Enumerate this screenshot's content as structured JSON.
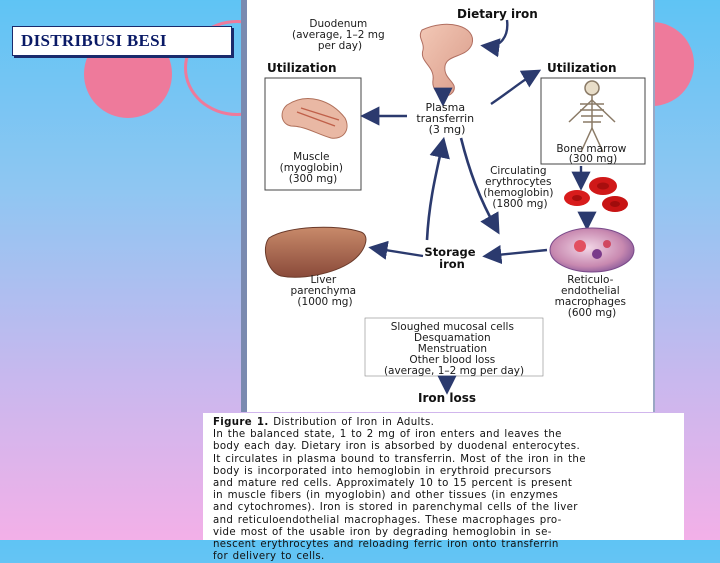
{
  "slide": {
    "title": "DISTRIBUSI BESI"
  },
  "figure": {
    "dietary_iron": "Dietary iron",
    "duodenum": [
      "Duodenum",
      "(average, 1–2 mg",
      "per day)"
    ],
    "utilization_left": "Utilization",
    "utilization_right": "Utilization",
    "plasma": [
      "Plasma",
      "transferrin",
      "(3 mg)"
    ],
    "muscle": [
      "Muscle",
      "(myoglobin)",
      "(300 mg)"
    ],
    "bone_marrow": [
      "Bone marrow",
      "(300 mg)"
    ],
    "circulating": [
      "Circulating",
      "erythrocytes",
      "(hemoglobin)",
      "(1800 mg)"
    ],
    "storage": [
      "Storage",
      "iron"
    ],
    "liver": [
      "Liver",
      "parenchyma",
      "(1000 mg)"
    ],
    "reticulo": [
      "Reticulo-",
      "endothelial",
      "macrophages",
      "(600 mg)"
    ],
    "losses": [
      "Sloughed mucosal cells",
      "Desquamation",
      "Menstruation",
      "Other blood loss",
      "(average, 1–2 mg per day)"
    ],
    "iron_loss": "Iron loss"
  },
  "caption": {
    "label": "Figure 1.",
    "title": "Distribution of Iron in Adults.",
    "lines": [
      "In the balanced state, 1 to 2 mg of iron enters and leaves the",
      "body each day. Dietary iron is absorbed by duodenal enterocytes.",
      "It circulates in plasma bound to transferrin. Most of the iron in the",
      "body is incorporated into hemoglobin in erythroid precursors",
      "and mature red cells. Approximately 10 to 15 percent is present",
      "in muscle fibers (in myoglobin) and other tissues (in enzymes",
      "and cytochromes). Iron is stored in parenchymal cells of the liver",
      "and reticuloendothelial macrophages. These macrophages pro-",
      "vide most of the usable iron by degrading hemoglobin in se-",
      "nescent erythrocytes and reloading ferric iron onto transferrin",
      "for delivery to cells."
    ]
  },
  "colors": {
    "accent_pink": "#ee7a9b",
    "title_navy": "#0a1a66",
    "arrow": "#2b3a6e",
    "cell_red": "#d01818"
  }
}
